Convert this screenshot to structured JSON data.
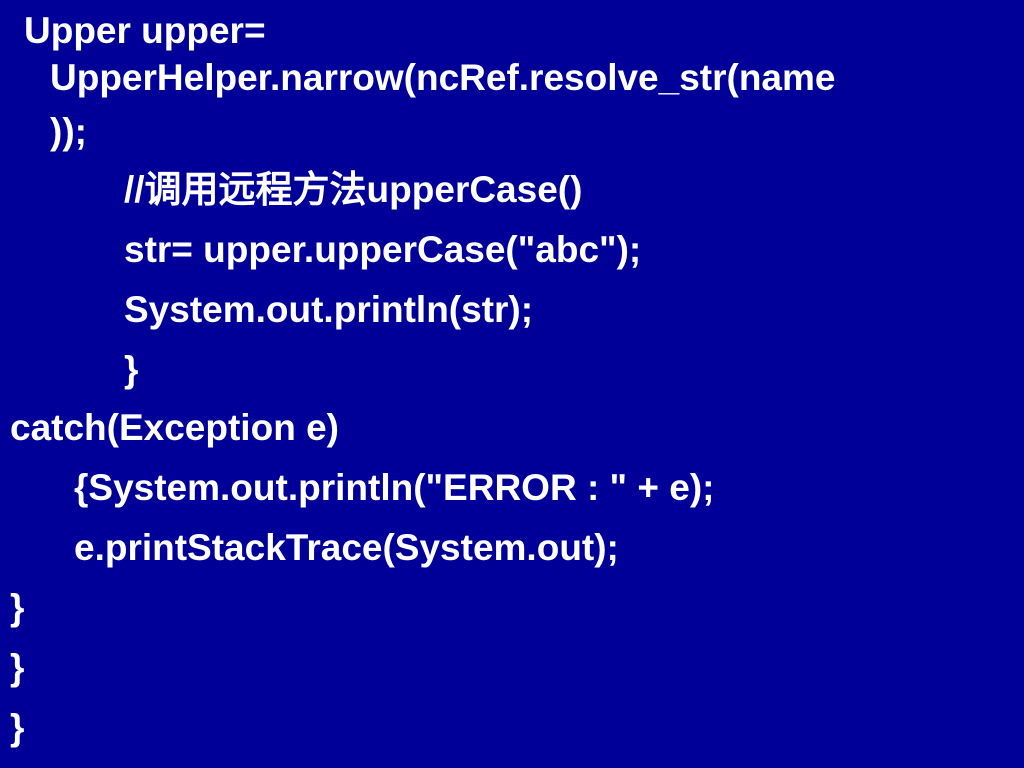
{
  "slide": {
    "background_color": "#000099",
    "text_color": "#ffffff",
    "lines": [
      "Upper upper=",
      "UpperHelper.narrow(ncRef.resolve_str(name",
      "));",
      "//调用远程方法upperCase()",
      "str= upper.upperCase(\"abc\");",
      "System.out.println(str);",
      "}",
      "catch(Exception e)",
      "{System.out.println(\"ERROR : \" + e);",
      "e.printStackTrace(System.out);",
      "}",
      "}",
      "}"
    ]
  }
}
